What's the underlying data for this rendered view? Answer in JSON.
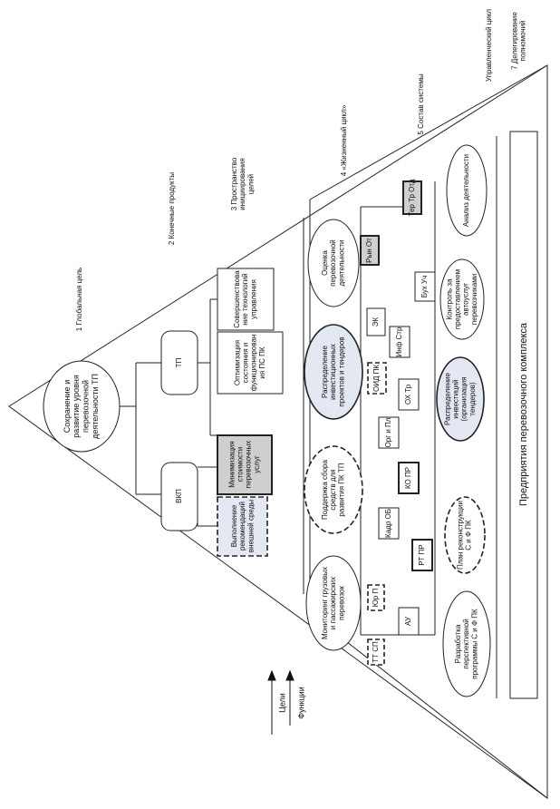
{
  "levels": {
    "l1": "1 Глобальная цель",
    "l2": "2 Конечные продукты",
    "l3": [
      "3 Пространство",
      "инициирования",
      "целей"
    ],
    "l4": "4 «Жизненный цикл»",
    "l5": "5 Состав системы",
    "l6": "Управленческий цикл",
    "l7": [
      "7 Делегирование",
      "полномочий"
    ]
  },
  "axes": {
    "goals": "Цели",
    "functions": "Функции"
  },
  "goal": {
    "global": [
      "Сохранение и",
      "развитие уровня",
      "перевозочной",
      "деятельности ТП"
    ]
  },
  "products": {
    "vkp": "ВКП",
    "tp": "ТП"
  },
  "results": {
    "r1": [
      "Выполнение",
      "рекомендаций",
      "внешней среды"
    ],
    "r2": [
      "Минимизация",
      "стоимости",
      "перевозочных",
      "услуг"
    ],
    "r3": [
      "Оптимизация",
      "состояния и",
      "функционирован",
      "ия ПС ПК"
    ],
    "r4": [
      "Совершенствова",
      "ние технологий",
      "управления"
    ]
  },
  "ovals_top": {
    "o1": [
      "Мониторинг грузовых",
      "и пассажирских",
      "перевозок"
    ],
    "o2": [
      "Поддержка сбора",
      "средств для",
      "развития ПК ТП"
    ],
    "o3": [
      "Распределение",
      "инвестиционных",
      "проектов и тендеров"
    ],
    "o4": [
      "Оценка",
      "перевозочной",
      "деятельности"
    ]
  },
  "units": {
    "tt_sp": "ТТ СП",
    "yur_p": "Юр П",
    "au": "АУ",
    "kadr_ob": "Кадр ОБ",
    "rt_pr": "РТ ПР",
    "ko_pr": "КО ПР",
    "org_pl": "Орг и Пл",
    "oid_pk": "ОИД ПК",
    "oh_tr": "ОХ Тр",
    "inf_str": "Инф Стр",
    "ek": "ЭК",
    "ryn_ot": "Рын От",
    "buh_uch": "Бух Уч",
    "ter_tr_otd": "Тер Тр Отд"
  },
  "ovals_bottom": {
    "b1": [
      "Разработка",
      "перспективной",
      "программы С и Ф ПК"
    ],
    "b2": [
      "План реконструкции",
      "С и Ф ПК"
    ],
    "b3": [
      "Распределение",
      "инвестиций",
      "(организация",
      "тендеров)"
    ],
    "b4": [
      "Контроль за",
      "предоставлением",
      "автоуслуг",
      "перевозчиками"
    ],
    "b5": "Анализ деятельности"
  },
  "base": "Предприятия перевозочного комплекса"
}
